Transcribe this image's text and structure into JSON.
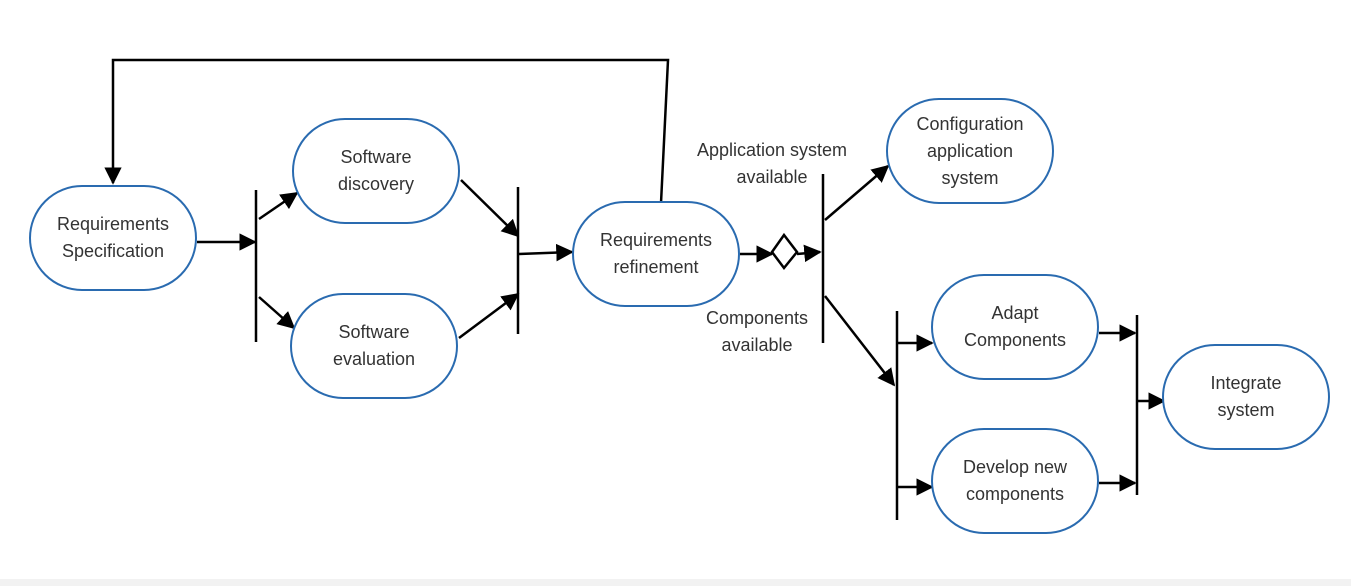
{
  "nodes": {
    "requirements_specification": "Requirements\nSpecification",
    "software_discovery": "Software\ndiscovery",
    "software_evaluation": "Software\nevaluation",
    "requirements_refinement": "Requirements\nrefinement",
    "configuration_application_system": "Configuration\napplication\nsystem",
    "adapt_components": "Adapt\nComponents",
    "develop_new_components": "Develop new\ncomponents",
    "integrate_system": "Integrate\nsystem"
  },
  "guards": {
    "application_system_available": "Application system\navailable",
    "components_available": "Components\navailable"
  },
  "colors": {
    "node_border": "#2a6bb0",
    "line": "#000000",
    "text": "#333333"
  }
}
